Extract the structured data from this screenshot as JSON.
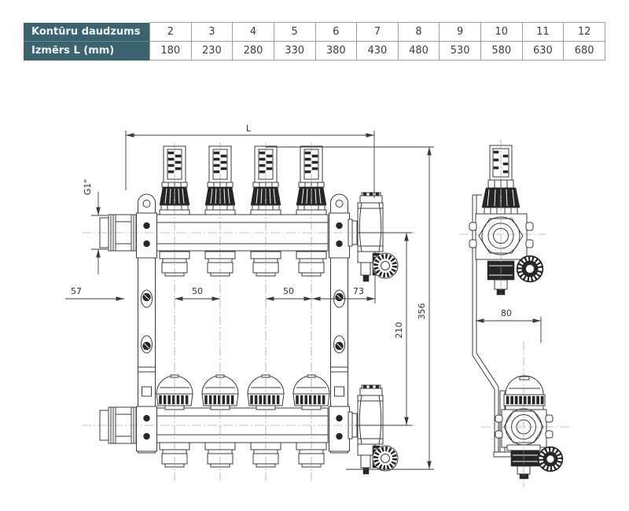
{
  "table": {
    "rows": [
      {
        "label": "Kontūru daudzums",
        "values": [
          "2",
          "3",
          "4",
          "5",
          "6",
          "7",
          "8",
          "9",
          "10",
          "11",
          "12"
        ]
      },
      {
        "label": "Izmērs L (mm)",
        "values": [
          "180",
          "230",
          "280",
          "330",
          "380",
          "430",
          "480",
          "530",
          "580",
          "630",
          "680"
        ]
      }
    ]
  },
  "dims": {
    "L": "L",
    "G1": "G1\"",
    "d57": "57",
    "d50a": "50",
    "d50b": "50",
    "d73": "73",
    "d210": "210",
    "d356": "356",
    "d80": "80"
  },
  "colors": {
    "header_bg": "#3c6370",
    "header_text": "#eef3f4",
    "line": "#3c3c3c",
    "cell_border": "#9f9f9f"
  }
}
